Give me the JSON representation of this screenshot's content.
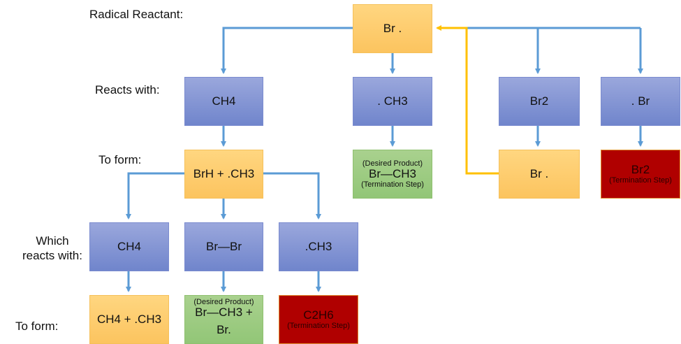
{
  "labels": {
    "radical_reactant": "Radical Reactant:",
    "reacts_with": "Reacts with:",
    "to_form_1": "To form:",
    "which_reacts_with": "Which\nreacts with:",
    "to_form_2": "To form:"
  },
  "nodes": {
    "br_radical_top": {
      "main": "Br ."
    },
    "ch4": {
      "main": "CH4"
    },
    "ch3_radical": {
      "main": ". CH3"
    },
    "br2": {
      "main": "Br2"
    },
    "br_radical_right": {
      "main": ". Br"
    },
    "brh_ch3": {
      "main": "BrH + .CH3"
    },
    "br_ch3_product": {
      "top": "(Desired Product)",
      "main": "Br—CH3",
      "bottom": "(Termination Step)"
    },
    "br_radical_mid": {
      "main": "Br ."
    },
    "br2_termination": {
      "main": "Br2",
      "bottom": "(Termination Step)"
    },
    "ch4_second": {
      "main": "CH4"
    },
    "br_br": {
      "main": "Br—Br"
    },
    "ch3_second": {
      "main": ".CH3"
    },
    "ch4_ch3": {
      "main": "CH4 + .CH3"
    },
    "br_ch3_br": {
      "top": "(Desired Product)",
      "main": "Br—CH3 +",
      "main2": "Br."
    },
    "c2h6": {
      "main": "C2H6",
      "bottom": "(Termination Step)"
    }
  },
  "colors": {
    "reactant": "#fcc45f",
    "reagent": "#7a8bcf",
    "product": "#a9d18e",
    "termination": "#b00000",
    "connector": "#5b9bd5",
    "feedback_connector": "#ffc000"
  }
}
